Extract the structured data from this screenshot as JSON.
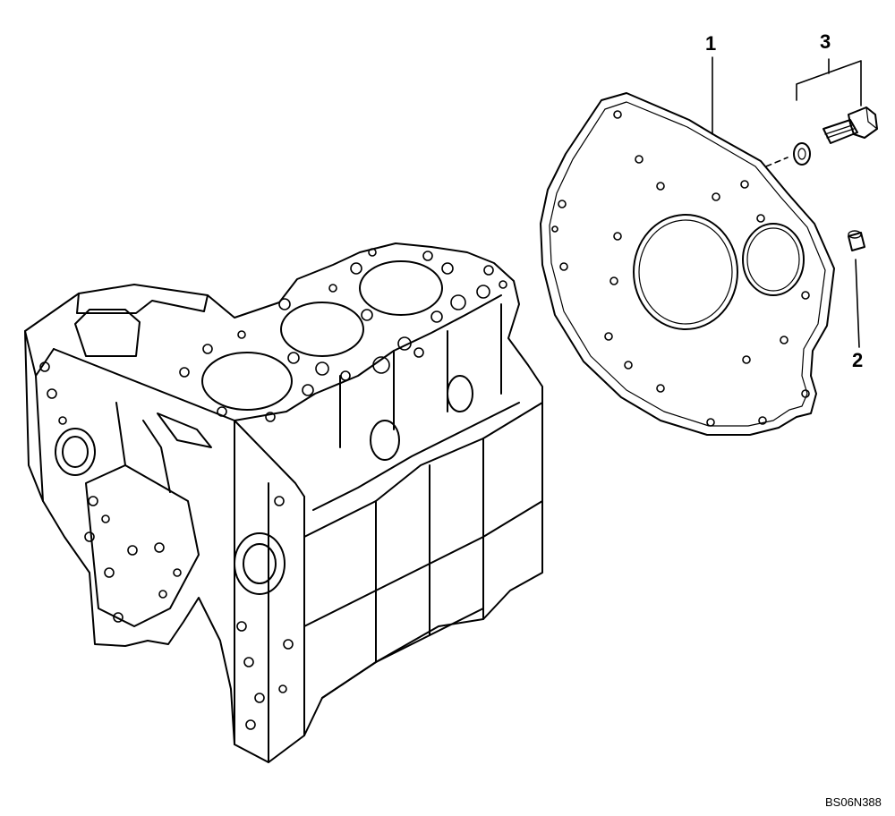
{
  "callouts": {
    "plate": "1",
    "dowel": "2",
    "bolt_group": "3"
  },
  "reference_code": "BS06N388",
  "colors": {
    "line": "#000000",
    "background": "#ffffff"
  }
}
